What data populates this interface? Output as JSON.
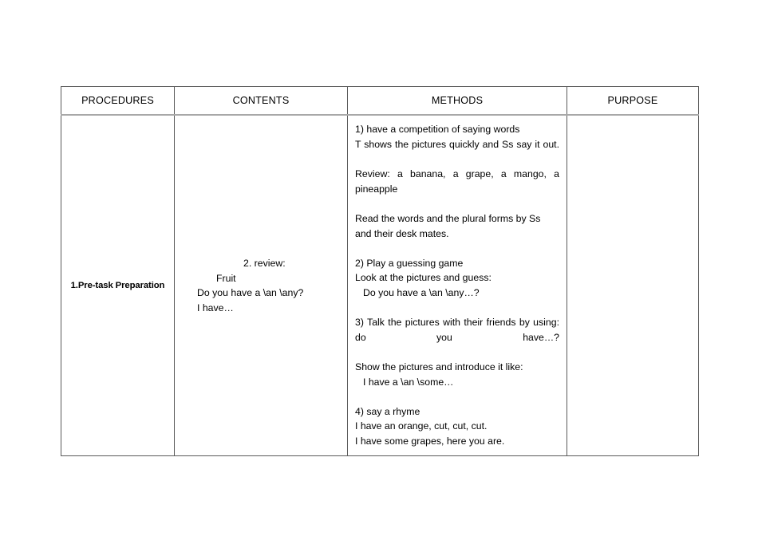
{
  "table": {
    "headers": [
      {
        "label": "PROCEDURES"
      },
      {
        "label": "CONTENTS"
      },
      {
        "label": "METHODS"
      },
      {
        "label": "PURPOSE"
      }
    ],
    "row": {
      "procedures": "1.Pre-task Preparation",
      "contents": {
        "line1": "2. review:",
        "line2": "Fruit",
        "line3": "Do you have a \\an \\any?",
        "line4": "I have…"
      },
      "methods": {
        "block1": {
          "line1": "1) have a competition of saying words",
          "line2": "T shows the pictures quickly and Ss say it out.",
          "line3": "Review: a banana, a grape, a mango, a pineapple",
          "line4": "Read the words and the plural forms by Ss and their desk mates."
        },
        "block2": {
          "line1": "2) Play a guessing game",
          "line2": "Look at the pictures and guess:",
          "line3": "Do you have a \\an \\any…?"
        },
        "block3": {
          "line1": "3) Talk the pictures with their friends by using: do you have…?",
          "line2": "Show the pictures and introduce it like:",
          "line3": "I have a \\an \\some…"
        },
        "block4": {
          "line1": "4) say a rhyme",
          "line2": "I have an orange, cut, cut, cut.",
          "line3": "I have some grapes, here you are."
        }
      },
      "purpose": ""
    }
  },
  "colors": {
    "border": "#5a5a5a",
    "header_rule": "#a8a8a8",
    "text": "#000000",
    "background": "#ffffff"
  }
}
